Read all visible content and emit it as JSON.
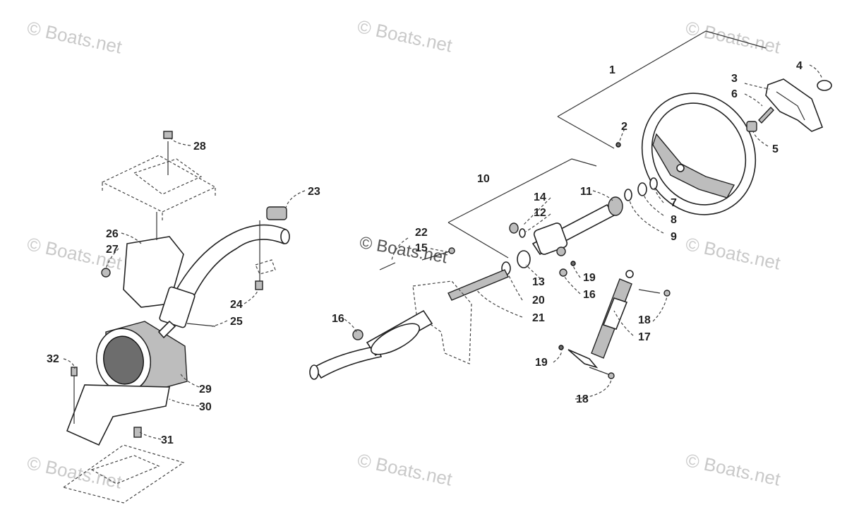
{
  "watermark": "© Boats.net",
  "watermark_prominent": "© Boats.net",
  "callouts": [
    {
      "id": "c1",
      "text": "1"
    },
    {
      "id": "c2",
      "text": "2"
    },
    {
      "id": "c3",
      "text": "3"
    },
    {
      "id": "c4",
      "text": "4"
    },
    {
      "id": "c5",
      "text": "5"
    },
    {
      "id": "c6",
      "text": "6"
    },
    {
      "id": "c7",
      "text": "7"
    },
    {
      "id": "c8",
      "text": "8"
    },
    {
      "id": "c9",
      "text": "9"
    },
    {
      "id": "c10",
      "text": "10"
    },
    {
      "id": "c11",
      "text": "11"
    },
    {
      "id": "c12",
      "text": "12"
    },
    {
      "id": "c13",
      "text": "13"
    },
    {
      "id": "c14",
      "text": "14"
    },
    {
      "id": "c15",
      "text": "15"
    },
    {
      "id": "c16a",
      "text": "16"
    },
    {
      "id": "c16b",
      "text": "16"
    },
    {
      "id": "c17",
      "text": "17"
    },
    {
      "id": "c18a",
      "text": "18"
    },
    {
      "id": "c18b",
      "text": "18"
    },
    {
      "id": "c19a",
      "text": "19"
    },
    {
      "id": "c19b",
      "text": "19"
    },
    {
      "id": "c20",
      "text": "20"
    },
    {
      "id": "c21",
      "text": "21"
    },
    {
      "id": "c22",
      "text": "22"
    },
    {
      "id": "c23",
      "text": "23"
    },
    {
      "id": "c24",
      "text": "24"
    },
    {
      "id": "c25",
      "text": "25"
    },
    {
      "id": "c26",
      "text": "26"
    },
    {
      "id": "c27",
      "text": "27"
    },
    {
      "id": "c28",
      "text": "28"
    },
    {
      "id": "c29",
      "text": "29"
    },
    {
      "id": "c30",
      "text": "30"
    },
    {
      "id": "c31",
      "text": "31"
    },
    {
      "id": "c32",
      "text": "32"
    }
  ]
}
